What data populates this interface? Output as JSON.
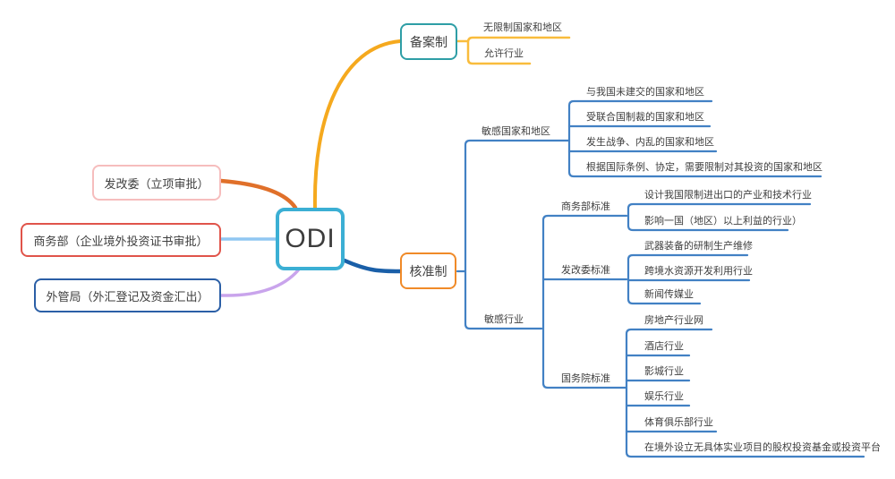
{
  "mindmap": {
    "root": "ODI",
    "left": [
      {
        "label": "发改委（立项审批）"
      },
      {
        "label": "商务部（企业境外投资证书审批）"
      },
      {
        "label": "外管局（外汇登记及资金汇出）"
      }
    ],
    "right": [
      {
        "label": "备案制",
        "children": [
          {
            "label": "无限制国家和地区"
          },
          {
            "label": "允许行业"
          }
        ]
      },
      {
        "label": "核准制",
        "children": [
          {
            "label": "敏感国家和地区",
            "children": [
              {
                "label": "与我国未建交的国家和地区"
              },
              {
                "label": "受联合国制裁的国家和地区"
              },
              {
                "label": "发生战争、内乱的国家和地区"
              },
              {
                "label": "根据国际条例、协定，需要限制对其投资的国家和地区"
              }
            ]
          },
          {
            "label": "敏感行业",
            "children": [
              {
                "label": "商务部标准",
                "children": [
                  {
                    "label": "设计我国限制进出口的产业和技术行业"
                  },
                  {
                    "label": "影响一国（地区）以上利益的行业）"
                  }
                ]
              },
              {
                "label": "发改委标准",
                "children": [
                  {
                    "label": "武器装备的研制生产维修"
                  },
                  {
                    "label": "跨境水资源开发利用行业"
                  },
                  {
                    "label": "新闻传媒业"
                  }
                ]
              },
              {
                "label": "国务院标准",
                "children": [
                  {
                    "label": "房地产行业网"
                  },
                  {
                    "label": "酒店行业"
                  },
                  {
                    "label": "影城行业"
                  },
                  {
                    "label": "娱乐行业"
                  },
                  {
                    "label": "体育俱乐部行业"
                  },
                  {
                    "label": "在境外设立无具体实业项目的股权投资基金或投资平台"
                  }
                ]
              }
            ]
          }
        ]
      }
    ]
  },
  "colors": {
    "root-border": "#3BAFD4",
    "beian-border": "#2E9EA6",
    "hezhun-border": "#F08A28",
    "fgw-border": "#F6BDBD",
    "swb-border": "#E0544A",
    "wgj-border": "#2B5FA6",
    "amber-line": "#F5A91E",
    "amber-sub": "#F9BC3C",
    "darkblue-line": "#1A5FA8",
    "blue-line": "#4281C4",
    "orange-line": "#E0702A",
    "lightblue-line": "#90C7F2",
    "purple-line": "#C9A4EC",
    "text": "#3F3F3F"
  }
}
